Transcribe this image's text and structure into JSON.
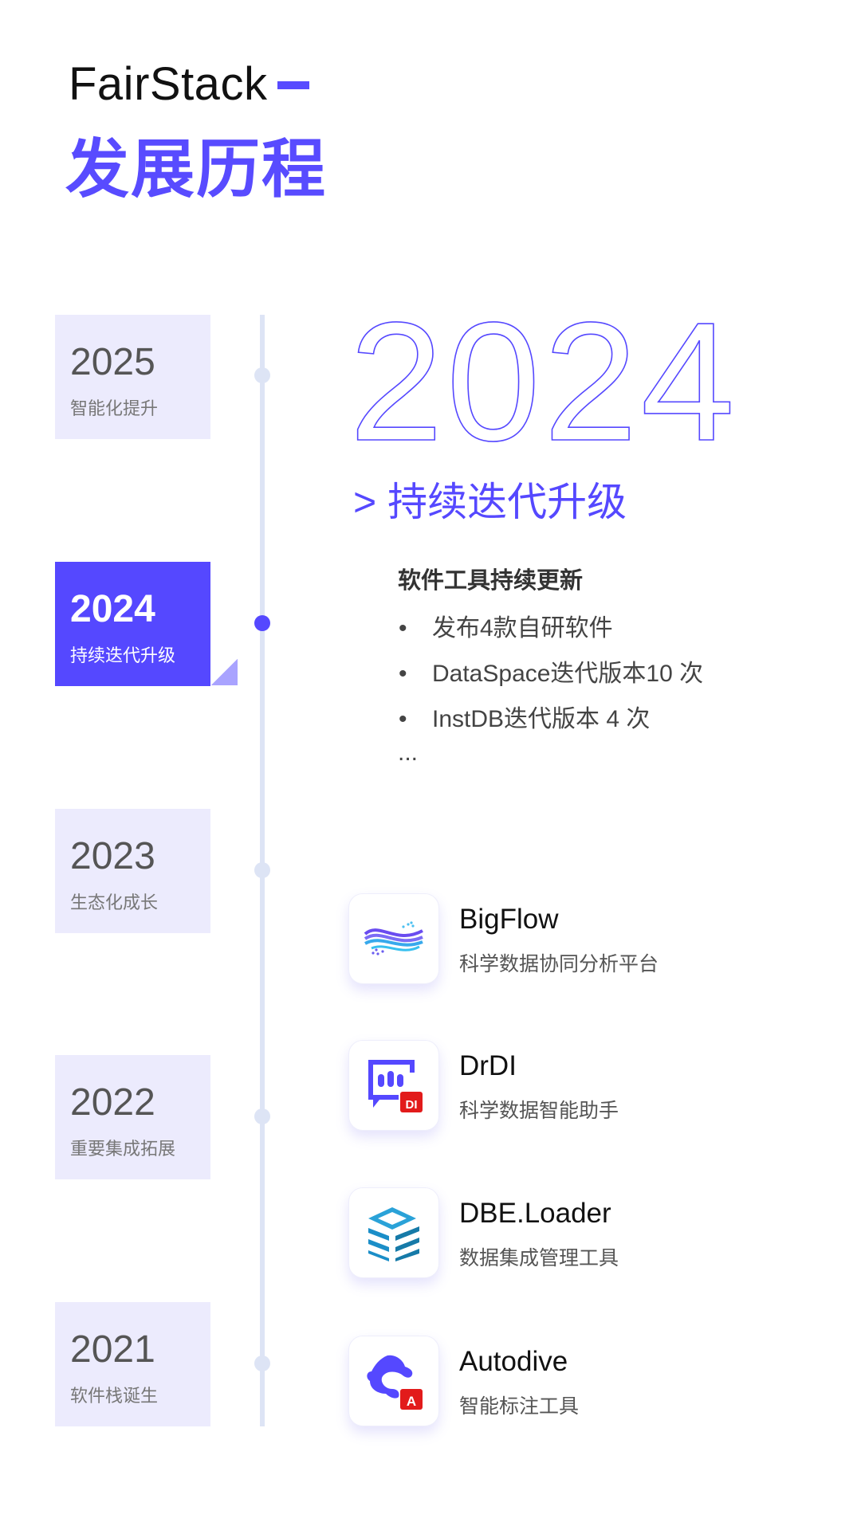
{
  "header": {
    "brand": "FairStack",
    "title": "发展历程"
  },
  "timeline": [
    {
      "year": "2025",
      "label": "智能化提升",
      "active": false
    },
    {
      "year": "2024",
      "label": "持续迭代升级",
      "active": true
    },
    {
      "year": "2023",
      "label": "生态化成长",
      "active": false
    },
    {
      "year": "2022",
      "label": "重要集成拓展",
      "active": false
    },
    {
      "year": "2021",
      "label": "软件栈诞生",
      "active": false
    }
  ],
  "detail": {
    "big_year": "2024",
    "subtitle": "> 持续迭代升级",
    "section_title": "软件工具持续更新",
    "bullet_symbol": "•",
    "bullets": [
      "发布4款自研软件",
      "DataSpace迭代版本10 次",
      "InstDB迭代版本 4 次"
    ],
    "more": "..."
  },
  "apps": [
    {
      "name": "BigFlow",
      "desc": "科学数据协同分析平台",
      "icon": "bigflow-logo"
    },
    {
      "name": "DrDI",
      "desc": "科学数据智能助手",
      "icon": "drdi-logo",
      "badge": "DI"
    },
    {
      "name": "DBE.Loader",
      "desc": "数据集成管理工具",
      "icon": "dbe-loader-logo"
    },
    {
      "name": "Autodive",
      "desc": "智能标注工具",
      "icon": "autodive-logo",
      "badge": "A"
    }
  ],
  "colors": {
    "accent": "#5548ff",
    "timeline": "#dde4f5",
    "box": "#ecebfd"
  }
}
